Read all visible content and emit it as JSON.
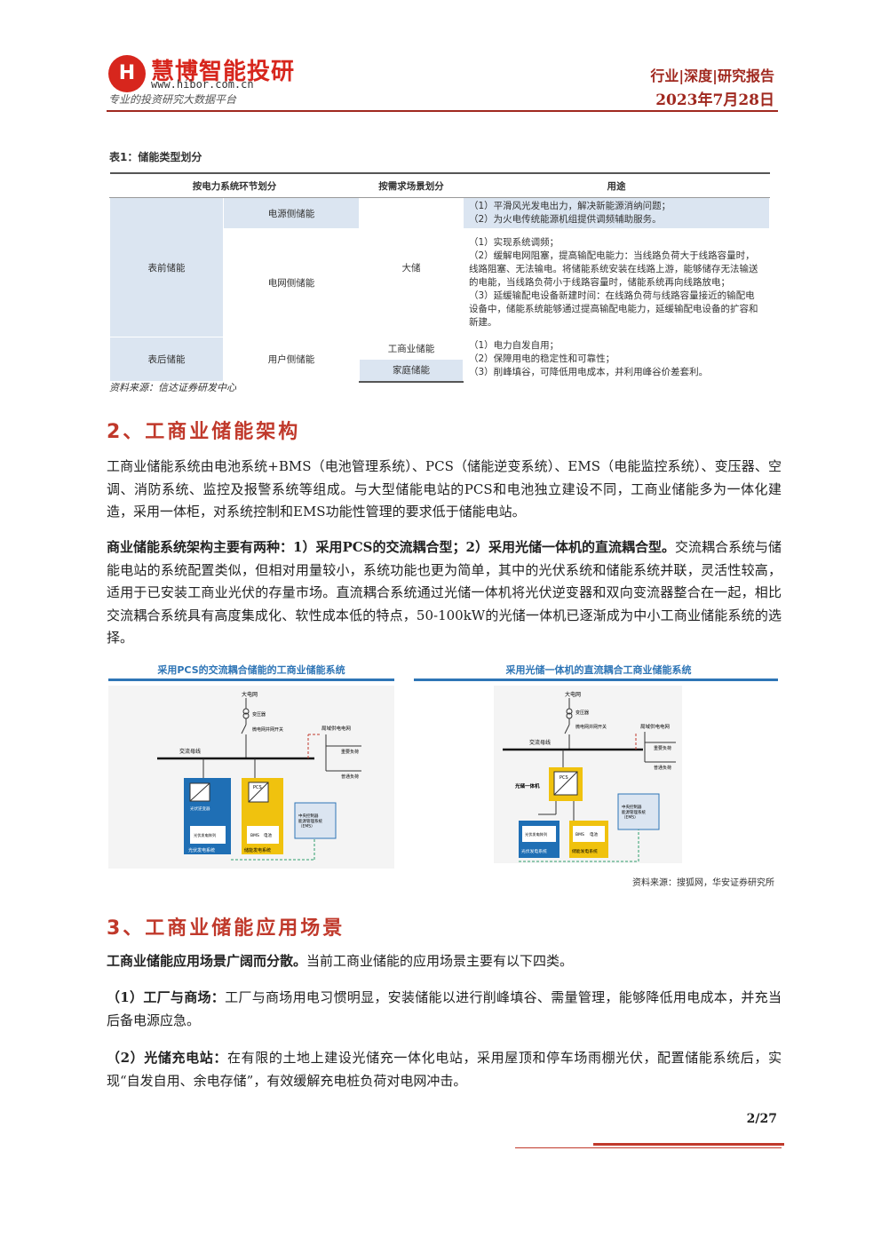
{
  "header": {
    "logo_mark": "H",
    "logo_name": "慧博智能投研",
    "logo_url": "www.hibor.com.cn",
    "logo_slogan": "专业的投资研究大数据平台",
    "report_type": "行业|深度|研究报告",
    "date": "2023年7月28日"
  },
  "table1": {
    "caption": "表1：储能类型划分",
    "headers": [
      "按电力系统环节划分",
      "按需求场景划分",
      "用途"
    ],
    "rows": {
      "front": "表前储能",
      "source_side": "电源侧储能",
      "grid_side": "电网侧储能",
      "large": "大储",
      "use_source": "（1）平滑风光发电出力，解决新能源消纳问题；\n（2）为火电传统能源机组提供调频辅助服务。",
      "use_grid": "（1）实现系统调频；\n（2）缓解电网阻塞，提高输配电能力：当线路负荷大于线路容量时，线路阻塞、无法输电。将储能系统安装在线路上游，能够储存无法输送的电能，当线路负荷小于线路容量时，储能系统再向线路放电；\n（3）延缓输配电设备新建时间：在线路负荷与线路容量接近的输配电设备中，储能系统能够通过提高输配电能力，延缓输配电设备的扩容和新建。",
      "back": "表后储能",
      "user_side": "用户侧储能",
      "ci": "工商业储能",
      "home": "家庭储能",
      "use_user": "（1）电力自发自用；\n（2）保障用电的稳定性和可靠性；\n（3）削峰填谷，可降低用电成本，并利用峰谷价差套利。"
    },
    "source": "资料来源：信达证券研发中心"
  },
  "section2": {
    "title": "2、工商业储能架构",
    "p1": "工商业储能系统由电池系统+BMS（电池管理系统）、PCS（储能逆变系统）、EMS（电能监控系统）、变压器、空调、消防系统、监控及报警系统等组成。与大型储能电站的PCS和电池独立建设不同，工商业储能多为一体化建造，采用一体柜，对系统控制和EMS功能性管理的要求低于储能电站。",
    "p2_bold": "商业储能系统架构主要有两种：1）采用PCS的交流耦合型；2）采用光储一体机的直流耦合型。",
    "p2_rest": "交流耦合系统与储能电站的系统配置类似，但相对用量较小，系统功能也更为简单，其中的光伏系统和储能系统并联，灵活性较高，适用于已安装工商业光伏的存量市场。直流耦合系统通过光储一体机将光伏逆变器和双向变流器整合在一起，相比交流耦合系统具有高度集成化、软性成本低的特点，50-100kW的光储一体机已逐渐成为中小工商业储能系统的选择。"
  },
  "diagram_left": {
    "title": "采用PCS的交流耦合储能的工商业储能系统",
    "grid": "大电网",
    "transformer": "变压器",
    "switch": "微电网并网开关",
    "bus": "交流母线",
    "local_grid": "局域供电电网",
    "important_load": "重要负荷",
    "normal_load": "普通负荷",
    "pv_inv": "光伏逆变器",
    "pv_panel": "光伏发电阵列",
    "pv_sys": "光伏发电系统",
    "pcs": "PCS",
    "bms": "BMS",
    "battery": "电池",
    "es_sys": "储能发电系统",
    "ems": "中央控制器\n能源管理系统\n（EMS）"
  },
  "diagram_right": {
    "title": "采用光储一体机的直流耦合工商业储能系统",
    "grid": "大电网",
    "transformer": "变压器",
    "switch": "微电网并网开关",
    "bus": "交流母线",
    "local_grid": "局域供电电网",
    "important_load": "重要负荷",
    "normal_load": "普通负荷",
    "all_in_one": "光储一体机",
    "pcs": "PCS",
    "pv_panel": "光伏发电阵列",
    "pv_sys": "光伏发电系统",
    "bms": "BMS",
    "battery": "电池",
    "es_sys": "储能发电系统",
    "ems": "中央控制器\n能源管理系统\n（EMS）"
  },
  "diagram_source": "资料来源：搜狐网，华安证券研究所",
  "section3": {
    "title": "3、工商业储能应用场景",
    "intro_bold": "工商业储能应用场景广阔而分散。",
    "intro_rest": "当前工商业储能的应用场景主要有以下四类。",
    "i1_bold": "（1）工厂与商场：",
    "i1_rest": "工厂与商场用电习惯明显，安装储能以进行削峰填谷、需量管理，能够降低用电成本，并充当后备电源应急。",
    "i2_bold": "（2）光储充电站：",
    "i2_rest": "在有限的土地上建设光储充一体化电站，采用屋顶和停车场雨棚光伏，配置储能系统后，实现“自发自用、余电存储”，有效缓解充电桩负荷对电网冲击。"
  },
  "footer": {
    "page": "2/27"
  },
  "colors": {
    "brand_red": "#d7261d",
    "header_red": "#a0281f",
    "section_red": "#c0392b",
    "table_blue": "#dbe5f1",
    "diagram_blue": "#2e75b6"
  }
}
